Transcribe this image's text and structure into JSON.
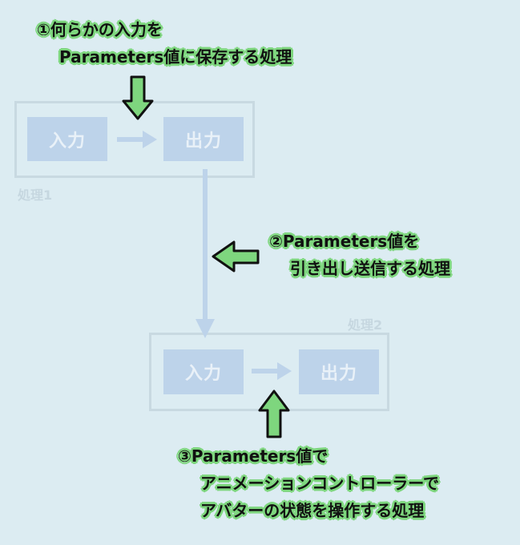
{
  "callouts": {
    "one": {
      "line1": "①何らかの入力を",
      "line2": "Parameters値に保存する処理"
    },
    "two": {
      "line1": "②Parameters値を",
      "line2": "引き出し送信する処理"
    },
    "three": {
      "line1": "③Parameters値で",
      "line2": "アニメーションコントローラーで",
      "line3": "アバターの状態を操作する処理"
    }
  },
  "process1": {
    "label": "処理1",
    "input": "入力",
    "output": "出力"
  },
  "process2": {
    "label": "処理2",
    "input": "入力",
    "output": "出力"
  },
  "colors": {
    "background": "#dcecf2",
    "node_fill": "#bdd3ea",
    "connector": "#bdd3ea",
    "callout_arrow": "#7ed67e",
    "callout_outline": "#111111"
  }
}
